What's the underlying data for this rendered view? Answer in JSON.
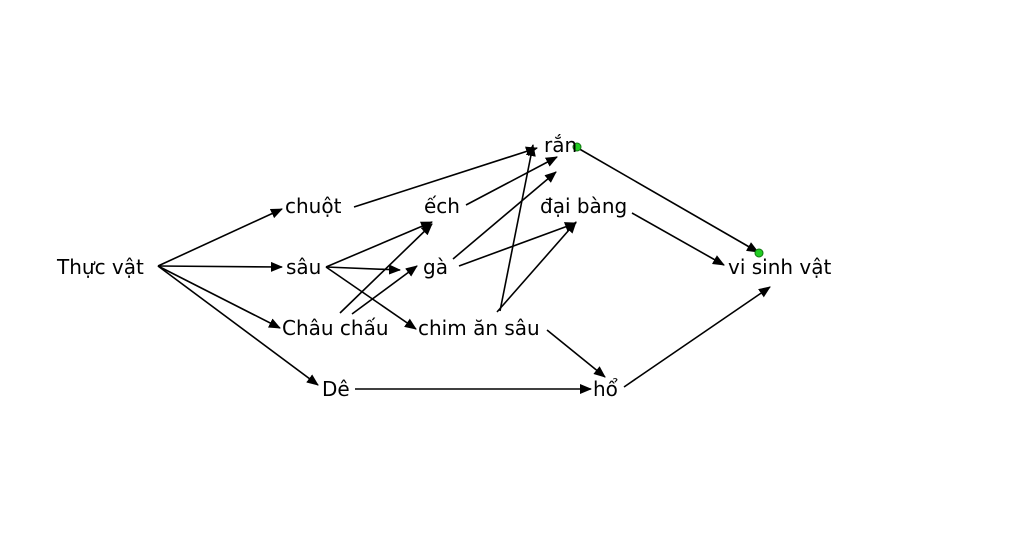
{
  "diagram": {
    "nodes": {
      "thuc_vat": "Thực vật",
      "chuot": "chuột",
      "sau": "sâu",
      "chau_chau": "Châu chấu",
      "de": "Dê",
      "ech": "ếch",
      "ga": "gà",
      "chim_an_sau": "chim ăn sâu",
      "ran": "rắn",
      "dai_bang": "đại bàng",
      "ho": "hổ",
      "vi_sinh_vat": "vi sinh vật"
    },
    "edges": [
      [
        "thuc_vat",
        "chuot"
      ],
      [
        "thuc_vat",
        "sau"
      ],
      [
        "thuc_vat",
        "chau_chau"
      ],
      [
        "thuc_vat",
        "de"
      ],
      [
        "chuot",
        "ran"
      ],
      [
        "sau",
        "ech"
      ],
      [
        "sau",
        "ga"
      ],
      [
        "sau",
        "chim_an_sau"
      ],
      [
        "chau_chau",
        "ech"
      ],
      [
        "chau_chau",
        "ga"
      ],
      [
        "ech",
        "ran"
      ],
      [
        "ga",
        "ran"
      ],
      [
        "ga",
        "dai_bang"
      ],
      [
        "chim_an_sau",
        "ran"
      ],
      [
        "chim_an_sau",
        "dai_bang"
      ],
      [
        "chim_an_sau",
        "ho"
      ],
      [
        "de",
        "ho"
      ],
      [
        "ran",
        "vi_sinh_vat"
      ],
      [
        "dai_bang",
        "vi_sinh_vat"
      ],
      [
        "ho",
        "vi_sinh_vat"
      ]
    ],
    "handle_color": "#22cc22"
  }
}
